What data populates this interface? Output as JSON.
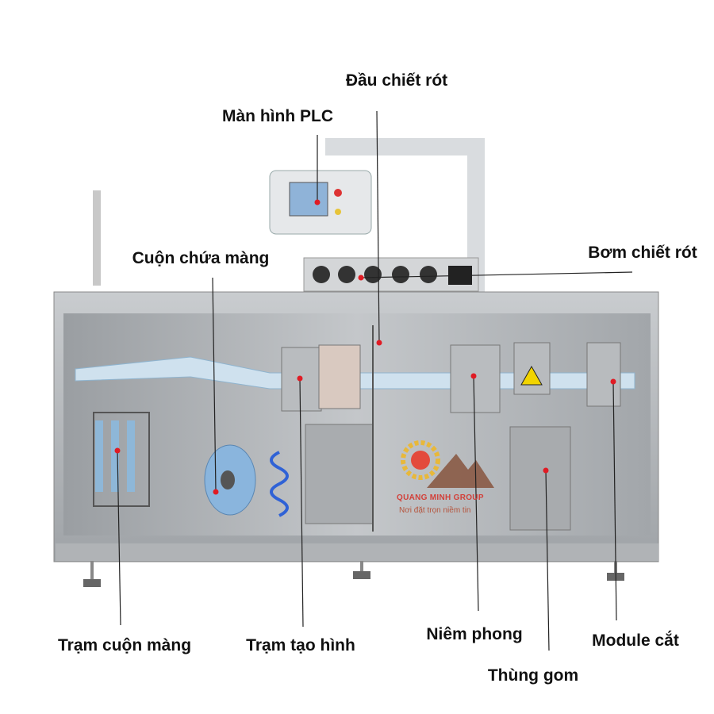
{
  "labels": {
    "filling_head": "Đầu chiết rót",
    "plc_screen": "Màn hình PLC",
    "film_roll": "Cuộn chứa màng",
    "filling_pump": "Bơm chiết rót",
    "film_unwind_station": "Trạm cuộn màng",
    "forming_station": "Trạm tạo hình",
    "sealing": "Niêm phong",
    "collection_bin": "Thùng gom",
    "cutting_module": "Module cắt"
  },
  "logo": {
    "name": "QUANG MINH GROUP",
    "tagline": "Nơi đặt trọn niềm tin"
  },
  "colors": {
    "marker": "#e01b24",
    "line": "#222222",
    "steel": "#b9bcbf"
  }
}
